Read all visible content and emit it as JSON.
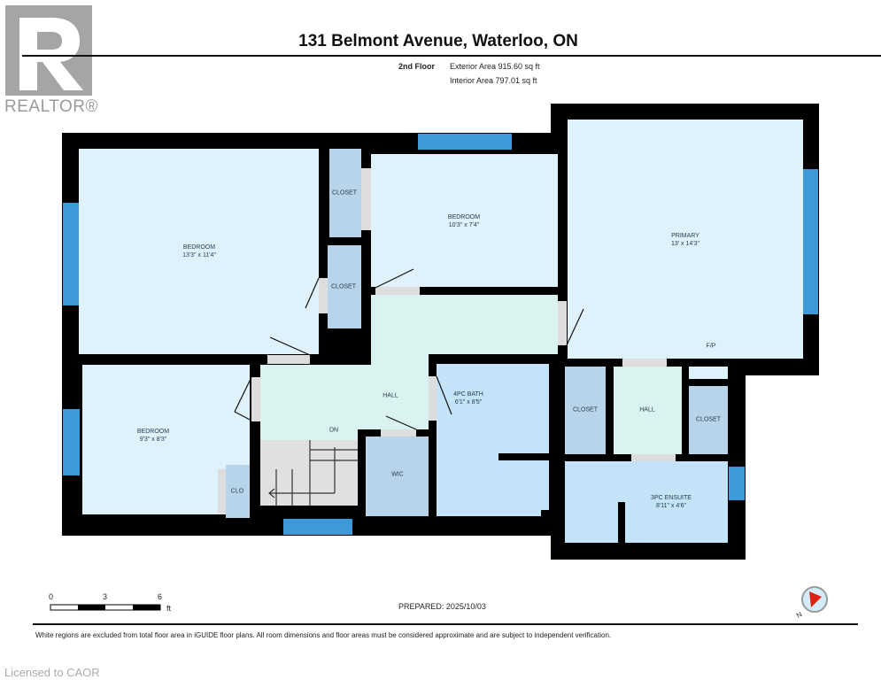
{
  "logo": {
    "brand": "REALTOR®"
  },
  "header": {
    "title": "131 Belmont Avenue, Waterloo, ON",
    "floor": "2nd Floor",
    "exterior_area": "Exterior Area 915.60 sq ft",
    "interior_area": "Interior Area 797.01 sq ft"
  },
  "rooms": {
    "bedroom1": {
      "name": "BEDROOM",
      "dims": "13'3\" x 11'4\""
    },
    "bedroom2": {
      "name": "BEDROOM",
      "dims": "10'3\" x 7'4\""
    },
    "bedroom3": {
      "name": "BEDROOM",
      "dims": "9'3\" x 8'3\""
    },
    "primary": {
      "name": "PRIMARY",
      "dims": "13' x 14'3\"",
      "note": "F/P"
    },
    "bath": {
      "name": "4PC BATH",
      "dims": "6'1\" x 8'5\""
    },
    "ensuite": {
      "name": "3PC ENSUITE",
      "dims": "8'11\" x 4'6\""
    },
    "closet1": "CLOSET",
    "closet2": "CLOSET",
    "closet3": "CLOSET",
    "closet4": "CLOSET",
    "clo": "CLO",
    "wic": "WIC",
    "hall": "HALL",
    "hall2": "HALL",
    "dn": "DN"
  },
  "scale": {
    "ticks": [
      "0",
      "3",
      "6"
    ],
    "unit": "ft"
  },
  "footer": {
    "prepared": "PREPARED: 2025/10/03",
    "disclaimer": "White regions are excluded from total floor area in iGUIDE floor plans. All room dimensions and floor areas must be considered approximate and are subject to independent verification.",
    "licensed": "Licensed to CAOR",
    "compass_label": "N"
  },
  "colors": {
    "wall": "#000000",
    "room": "#dff2fc",
    "closet": "#b7d4ea",
    "bath": "#c3e3f8",
    "hall": "#daf3f1",
    "window": "#3c9ad8",
    "stairs": "#e0e0e0"
  }
}
